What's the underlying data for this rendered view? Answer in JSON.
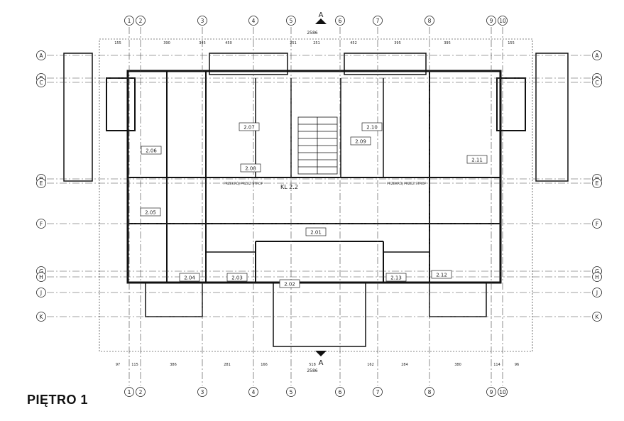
{
  "floor_title": "PIĘTRO 1",
  "grid": {
    "columns": [
      {
        "id": "col-1",
        "label": "1"
      },
      {
        "id": "col-2",
        "label": "2"
      },
      {
        "id": "col-3",
        "label": "3"
      },
      {
        "id": "col-4",
        "label": "4"
      },
      {
        "id": "col-5",
        "label": "5"
      },
      {
        "id": "col-6",
        "label": "6"
      },
      {
        "id": "col-7",
        "label": "7"
      },
      {
        "id": "col-8",
        "label": "8"
      },
      {
        "id": "col-9",
        "label": "9"
      },
      {
        "id": "col-10",
        "label": "10"
      }
    ],
    "rows": [
      {
        "id": "row-A",
        "label": "A"
      },
      {
        "id": "row-B",
        "label": "B"
      },
      {
        "id": "row-C",
        "label": "C"
      },
      {
        "id": "row-D",
        "label": "D"
      },
      {
        "id": "row-E",
        "label": "E"
      },
      {
        "id": "row-F",
        "label": "F"
      },
      {
        "id": "row-G",
        "label": "G"
      },
      {
        "id": "row-H",
        "label": "H"
      },
      {
        "id": "row-J",
        "label": "J"
      },
      {
        "id": "row-K",
        "label": "K"
      }
    ]
  },
  "section_marker": {
    "label": "A"
  },
  "rooms": [
    {
      "id": "2.01",
      "label": "2.01"
    },
    {
      "id": "2.02",
      "label": "2.02"
    },
    {
      "id": "2.03",
      "label": "2.03"
    },
    {
      "id": "2.04",
      "label": "2.04"
    },
    {
      "id": "2.05",
      "label": "2.05"
    },
    {
      "id": "2.06",
      "label": "2.06"
    },
    {
      "id": "2.07",
      "label": "2.07"
    },
    {
      "id": "2.08",
      "label": "2.08"
    },
    {
      "id": "2.09",
      "label": "2.09"
    },
    {
      "id": "2.10",
      "label": "2.10"
    },
    {
      "id": "2.11",
      "label": "2.11"
    },
    {
      "id": "2.12",
      "label": "2.12"
    },
    {
      "id": "2.13",
      "label": "2.13"
    }
  ],
  "annotations": {
    "kl": "KL 2.2",
    "top_total": "2586",
    "bottom_total": "2586",
    "ceiling_left": "PRZEKRÓJ PRZEZ STROP",
    "ceiling_right": "PRZEKRÓJ PRZEZ STROP"
  },
  "top_dims": [
    "155",
    "390",
    "345",
    "450",
    "251",
    "251",
    "452",
    "395",
    "395",
    "155"
  ],
  "bottom_dims": [
    "97",
    "115",
    "386",
    "281",
    "166",
    "518",
    "162",
    "284",
    "380",
    "114",
    "96"
  ]
}
